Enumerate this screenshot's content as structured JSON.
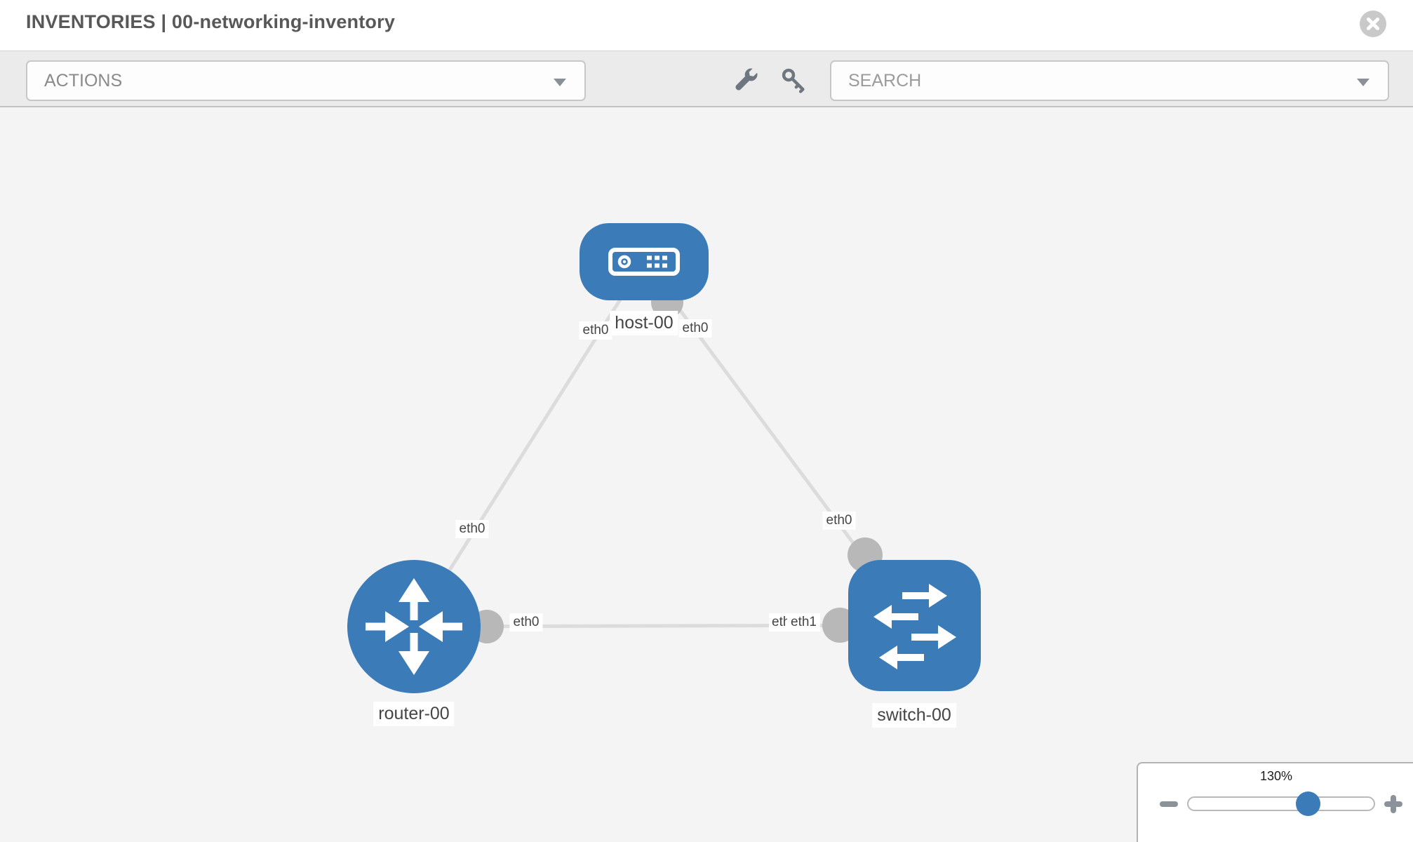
{
  "header": {
    "title": "INVENTORIES | 00-networking-inventory"
  },
  "toolbar": {
    "actions_label": "ACTIONS",
    "search_placeholder": "SEARCH",
    "icons": [
      "wrench-icon",
      "key-icon"
    ]
  },
  "graph": {
    "nodes": [
      {
        "label": "host-00",
        "type": "host"
      },
      {
        "label": "router-00",
        "type": "router"
      },
      {
        "label": "switch-00",
        "type": "switch"
      }
    ],
    "links": [
      {
        "from": "host-00",
        "to": "router-00",
        "from_iface": "eth0",
        "to_iface": "eth0"
      },
      {
        "from": "host-00",
        "to": "switch-00",
        "from_iface": "eth0",
        "to_iface": "eth0"
      },
      {
        "from": "router-00",
        "to": "switch-00",
        "from_iface": "eth0",
        "to_iface": "eth1",
        "to_iface_overlapped": "eth0"
      }
    ]
  },
  "zoom_control": {
    "level": "130%",
    "percent": 130
  },
  "colors": {
    "node_blue": "#3b7bb8",
    "link_gray": "#dcdcdc",
    "port_gray": "#b8b8b8",
    "toolbar_gray": "#ebebec",
    "canvas_gray": "#f4f4f5"
  }
}
